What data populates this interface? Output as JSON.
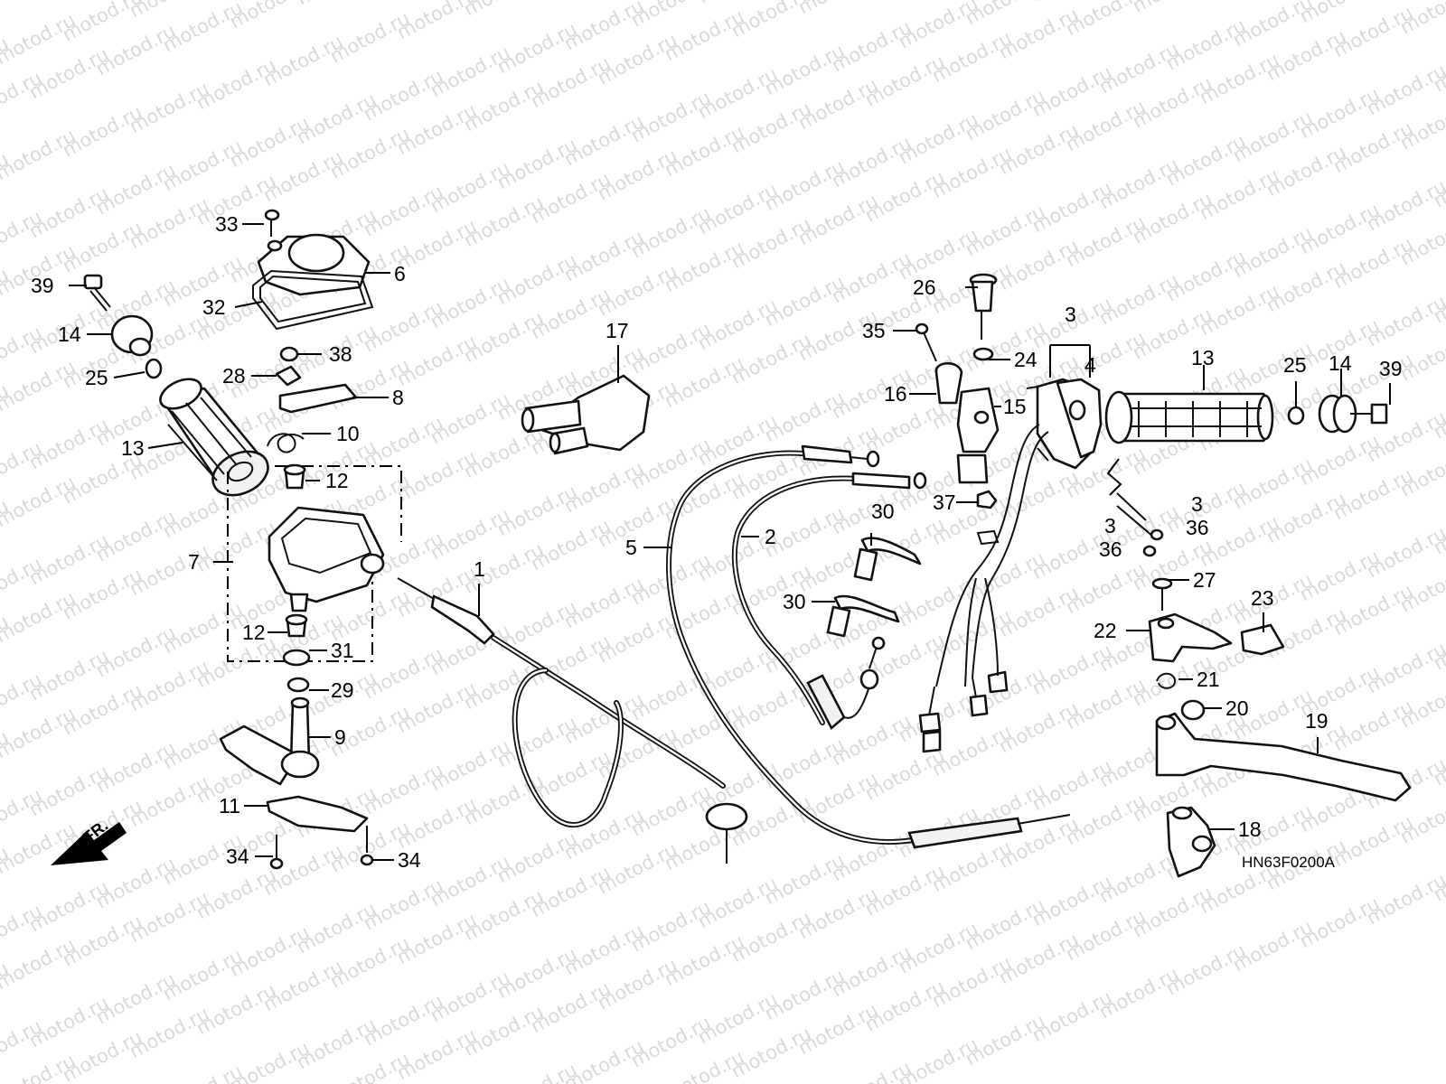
{
  "watermark": {
    "text": "motod.ru"
  },
  "diagram_code": "HN63F0200A",
  "direction_label": "FR.",
  "callouts": {
    "c1": "1",
    "c2": "2",
    "c3a": "3",
    "c3b": "3",
    "c3c": "3",
    "c4": "4",
    "c5": "5",
    "c6": "6",
    "c7": "7",
    "c8": "8",
    "c9": "9",
    "c10": "10",
    "c11": "11",
    "c12a": "12",
    "c12b": "12",
    "c13a": "13",
    "c13b": "13",
    "c14a": "14",
    "c14b": "14",
    "c15": "15",
    "c16": "16",
    "c17": "17",
    "c18": "18",
    "c19": "19",
    "c20": "20",
    "c21": "21",
    "c22": "22",
    "c23": "23",
    "c24": "24",
    "c25a": "25",
    "c25b": "25",
    "c26": "26",
    "c27": "27",
    "c28": "28",
    "c29": "29",
    "c30a": "30",
    "c30b": "30",
    "c31": "31",
    "c32": "32",
    "c33": "33",
    "c34a": "34",
    "c34b": "34",
    "c35": "35",
    "c36a": "36",
    "c36b": "36",
    "c37": "37",
    "c38": "38",
    "c39a": "39",
    "c39b": "39"
  }
}
